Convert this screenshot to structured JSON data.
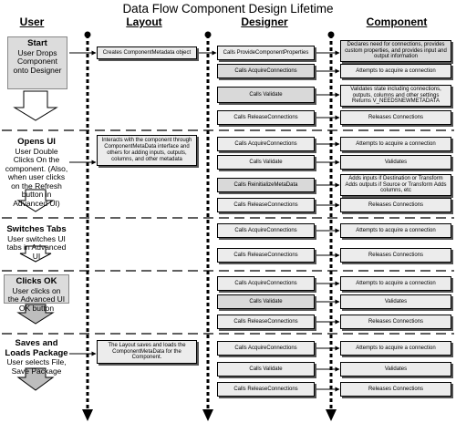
{
  "title": "Data Flow Component Design Lifetime",
  "columns": {
    "user": "User",
    "layout": "Layout",
    "designer": "Designer",
    "component": "Component"
  },
  "stages": {
    "start": {
      "heading": "Start",
      "text": "User Drops Component onto Designer",
      "layout": "Creates ComponentMetadata object",
      "rows": [
        {
          "designer": "Calls ProvideComponentProperties",
          "component": "Declares need for connections, provides custom properties, and provides input and output information"
        },
        {
          "designer": "Calls AcquireConnections",
          "component": "Attempts to acquire a connection"
        },
        {
          "designer": "Calls Validate",
          "component": "Validates state including connections, outputs, columns and other settings Returns V_NEEDSNEWMETADATA"
        },
        {
          "designer": "Calls ReleaseConnections",
          "component": "Releases Connections"
        }
      ]
    },
    "opens_ui": {
      "heading": "Opens UI",
      "text": "User Double Clicks On the component. (Also, when user clicks on the Refresh button in Advanced UI)",
      "layout": "Interacts with the component through ComponentMetaData interface and others for adding inputs, outputs, columns, and other metadata",
      "rows": [
        {
          "designer": "Calls AcquireConnections",
          "component": "Attempts to acquire a connection"
        },
        {
          "designer": "Calls Validate",
          "component": "Validates"
        },
        {
          "designer": "Calls ReinitializeMetaData",
          "component": "Adds inputs if Destination or Transform Adds outputs if Source or Transform Adds columns, etc"
        },
        {
          "designer": "Calls ReleaseConnections",
          "component": "Releases Connections"
        }
      ]
    },
    "switches_tabs": {
      "heading": "Switches Tabs",
      "text": "User switches UI tabs in Advanced UI",
      "rows": [
        {
          "designer": "Calls AcquireConnections",
          "component": "Attempts to acquire a connection"
        },
        {
          "designer": "Calls ReleaseConnections",
          "component": "Releases Connections"
        }
      ]
    },
    "clicks_ok": {
      "heading": "Clicks OK",
      "text": "User clicks on the Advanced UI OK button",
      "rows": [
        {
          "designer": "Calls AcquireConnections",
          "component": "Attempts to acquire a connection"
        },
        {
          "designer": "Calls Validate",
          "component": "Validates"
        },
        {
          "designer": "Calls ReleaseConnections",
          "component": "Releases Connections"
        }
      ]
    },
    "saves_loads": {
      "heading": "Saves and Loads Package",
      "text": "User selects File, Save Package",
      "layout": "The Layout saves and loads the ComponentMetaData for the Component.",
      "rows": [
        {
          "designer": "Calls AcquireConnections",
          "component": "Attempts to acquire a connection"
        },
        {
          "designer": "Calls Validate",
          "component": "Validates"
        },
        {
          "designer": "Calls ReleaseConnections",
          "component": "Releases Connections"
        }
      ]
    }
  }
}
